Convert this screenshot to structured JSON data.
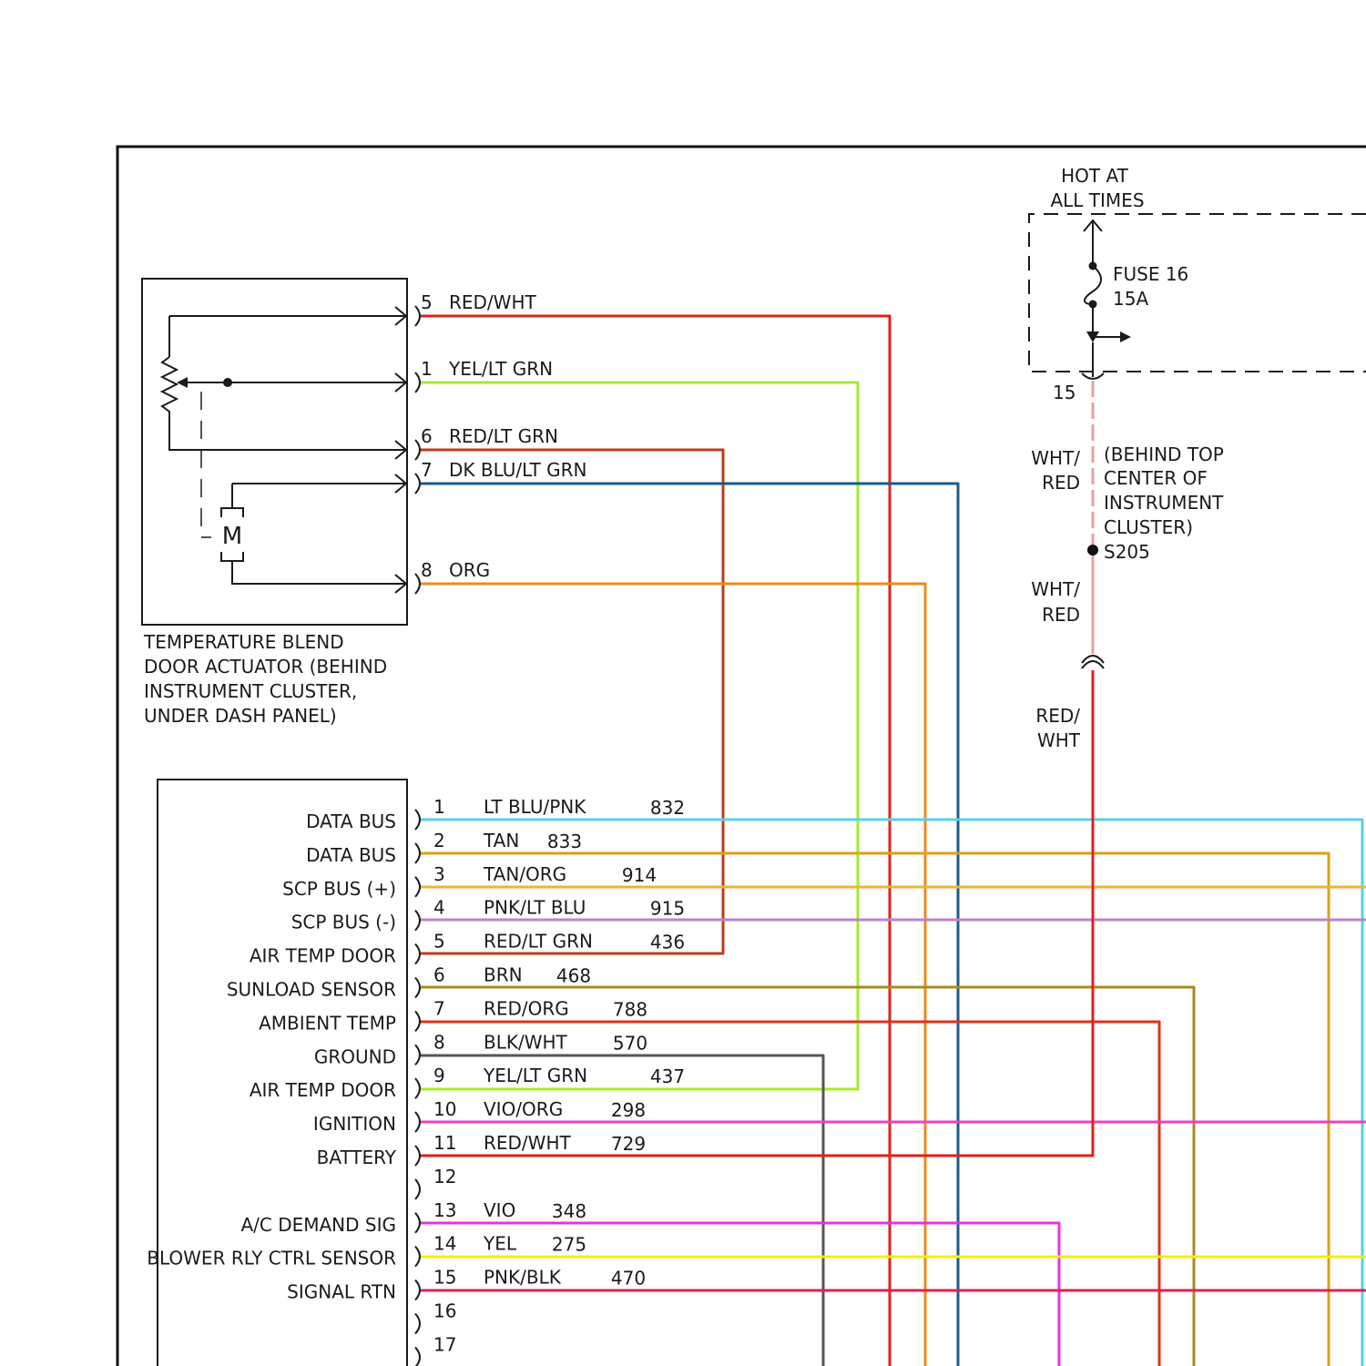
{
  "colors": {
    "red_wht": "#e0201c",
    "yel_lt_grn": "#a8ea2a",
    "red_lt_grn": "#c23a1a",
    "dk_blu_lt_grn": "#1a5a8a",
    "org": "#ee8a18",
    "lt_blu_pnk": "#58d0ea",
    "tan": "#dca012",
    "tan_org": "#f0b430",
    "pnk_lt_blu": "#c080c8",
    "brn": "#a88a22",
    "red_org": "#e4301a",
    "blk_wht": "#555555",
    "vio_org": "#f040c0",
    "vio": "#e830e8",
    "yel": "#f4ee10",
    "pnk_blk": "#e02050",
    "wht_red": "#e8a0a0"
  },
  "power": {
    "hot_line1": "HOT AT",
    "hot_line2": "ALL TIMES",
    "fuse_label": "FUSE 16",
    "fuse_rating": "15A",
    "pin": "15",
    "wire_upper_1": "WHT/",
    "wire_upper_2": "RED",
    "splice_note": [
      "(BEHIND TOP",
      "CENTER OF",
      "INSTRUMENT",
      "CLUSTER)"
    ],
    "splice_id": "S205",
    "wire_lower_1": "WHT/",
    "wire_lower_2": "RED",
    "wire_bottom_1": "RED/",
    "wire_bottom_2": "WHT"
  },
  "actuator": {
    "motor_label": "M",
    "description": [
      "TEMPERATURE BLEND",
      "DOOR ACTUATOR (BEHIND",
      "INSTRUMENT CLUSTER,",
      "UNDER DASH PANEL)"
    ],
    "pins": [
      {
        "pin": "5",
        "wire": "RED/WHT"
      },
      {
        "pin": "1",
        "wire": "YEL/LT GRN"
      },
      {
        "pin": "6",
        "wire": "RED/LT GRN"
      },
      {
        "pin": "7",
        "wire": "DK BLU/LT GRN"
      },
      {
        "pin": "8",
        "wire": "ORG"
      }
    ]
  },
  "module": {
    "pins": [
      {
        "pin": "1",
        "function": "DATA BUS",
        "wire": "LT BLU/PNK",
        "circuit": "832"
      },
      {
        "pin": "2",
        "function": "DATA BUS",
        "wire": "TAN",
        "circuit": "833"
      },
      {
        "pin": "3",
        "function": "SCP BUS (+)",
        "wire": "TAN/ORG",
        "circuit": "914"
      },
      {
        "pin": "4",
        "function": "SCP BUS (-)",
        "wire": "PNK/LT BLU",
        "circuit": "915"
      },
      {
        "pin": "5",
        "function": "AIR TEMP DOOR",
        "wire": "RED/LT GRN",
        "circuit": "436"
      },
      {
        "pin": "6",
        "function": "SUNLOAD SENSOR",
        "wire": "BRN",
        "circuit": "468"
      },
      {
        "pin": "7",
        "function": "AMBIENT TEMP",
        "wire": "RED/ORG",
        "circuit": "788"
      },
      {
        "pin": "8",
        "function": "GROUND",
        "wire": "BLK/WHT",
        "circuit": "570"
      },
      {
        "pin": "9",
        "function": "AIR TEMP DOOR",
        "wire": "YEL/LT GRN",
        "circuit": "437"
      },
      {
        "pin": "10",
        "function": "IGNITION",
        "wire": "VIO/ORG",
        "circuit": "298"
      },
      {
        "pin": "11",
        "function": "BATTERY",
        "wire": "RED/WHT",
        "circuit": "729"
      },
      {
        "pin": "12",
        "function": "",
        "wire": "",
        "circuit": ""
      },
      {
        "pin": "13",
        "function": "A/C DEMAND SIG",
        "wire": "VIO",
        "circuit": "348"
      },
      {
        "pin": "14",
        "function": "BLOWER RLY CTRL SENSOR",
        "wire": "YEL",
        "circuit": "275"
      },
      {
        "pin": "15",
        "function": "SIGNAL RTN",
        "wire": "PNK/BLK",
        "circuit": "470"
      },
      {
        "pin": "16",
        "function": "",
        "wire": "",
        "circuit": ""
      },
      {
        "pin": "17",
        "function": "",
        "wire": "",
        "circuit": ""
      }
    ]
  }
}
